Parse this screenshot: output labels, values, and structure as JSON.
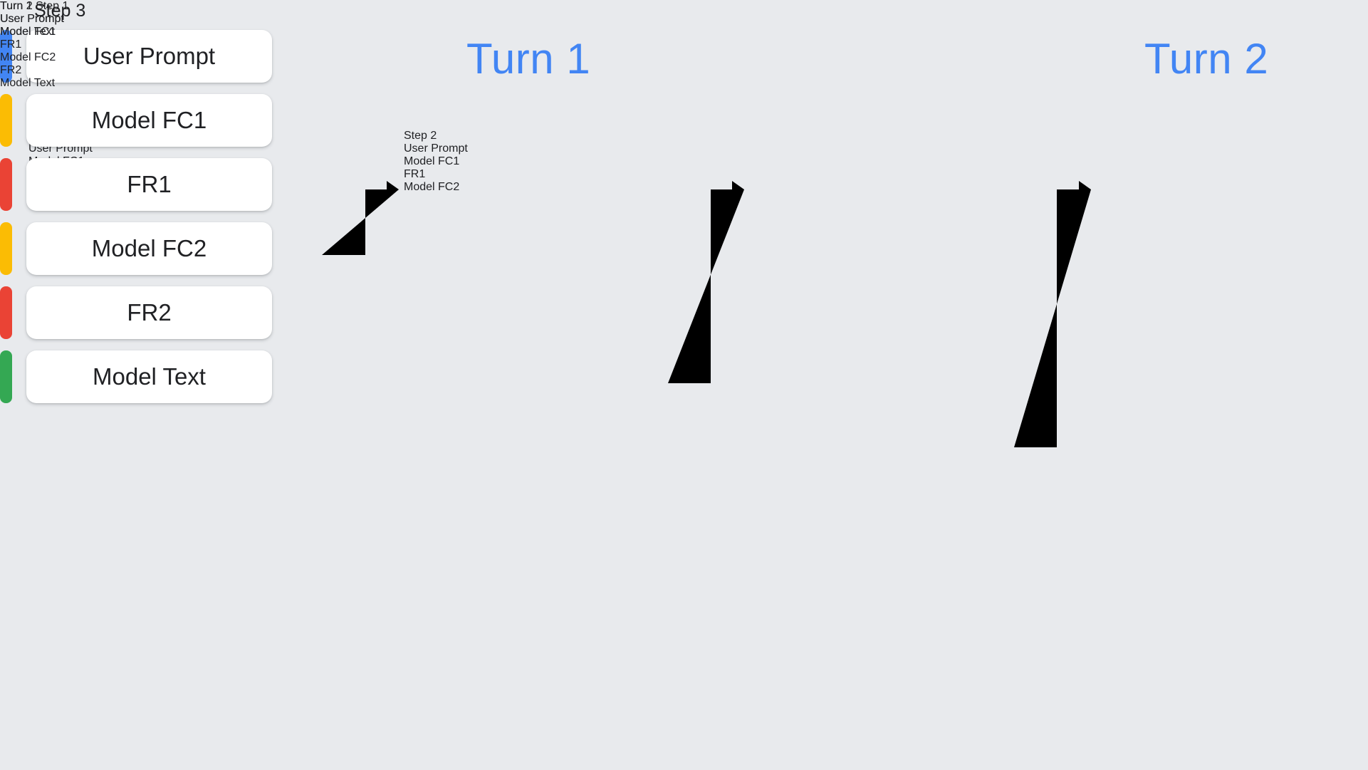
{
  "background_color": "#E8EAED",
  "headings": [
    {
      "id": "turn-1",
      "label": "Turn 1",
      "color": "#4285F4"
    },
    {
      "id": "turn-2",
      "label": "Turn 2",
      "color": "#4285F4"
    }
  ],
  "palette": {
    "blue": "#4285F4",
    "yellow": "#FBBC04",
    "red": "#EA4335",
    "green": "#34A853",
    "card_background": "#FFFFFF",
    "text": "#202124",
    "connector": "#80868B"
  },
  "columns": [
    {
      "id": "step-1",
      "label": "Step 1",
      "rows": [
        {
          "label": "User Prompt",
          "color": "blue"
        },
        {
          "label": "Model FC1",
          "color": "yellow"
        }
      ]
    },
    {
      "id": "step-2",
      "label": "Step 2",
      "rows": [
        {
          "label": "User Prompt",
          "color": "blue"
        },
        {
          "label": "Model FC1",
          "color": "yellow"
        },
        {
          "label": "FR1",
          "color": "red"
        },
        {
          "label": "Model FC2",
          "color": "yellow"
        }
      ]
    },
    {
      "id": "step-3",
      "label": "Step 3",
      "rows": [
        {
          "label": "User Prompt",
          "color": "blue"
        },
        {
          "label": "Model FC1",
          "color": "yellow"
        },
        {
          "label": "FR1",
          "color": "red"
        },
        {
          "label": "Model FC2",
          "color": "yellow"
        },
        {
          "label": "FR2",
          "color": "red"
        },
        {
          "label": "Model Text",
          "color": "green"
        }
      ]
    },
    {
      "id": "turn-1-result",
      "label": "Turn 1",
      "rows": [
        {
          "label": "User Prompt",
          "color": "blue"
        },
        {
          "label": "Model FC1",
          "color": "yellow"
        },
        {
          "label": "FR1",
          "color": "red"
        },
        {
          "label": "Model FC2",
          "color": "yellow"
        },
        {
          "label": "FR2",
          "color": "red"
        },
        {
          "label": "Model Text",
          "color": "green"
        }
      ]
    },
    {
      "id": "turn-2-step-1",
      "label": "Turn 2 Step 1",
      "rows": [
        {
          "label": "User Prompt",
          "color": "blue"
        },
        {
          "label": "Model Text",
          "color": "green"
        }
      ]
    }
  ],
  "connectors": [
    {
      "id": "step1-to-step2",
      "from": "step-1.Model FC1",
      "to": "step-2.User Prompt"
    },
    {
      "id": "step2-to-step3",
      "from": "step-2.Model FC2",
      "to": "step-3.User Prompt"
    },
    {
      "id": "step3-to-turn2",
      "from": "step-3.FR2",
      "to": "turn-1-result.User Prompt"
    }
  ]
}
